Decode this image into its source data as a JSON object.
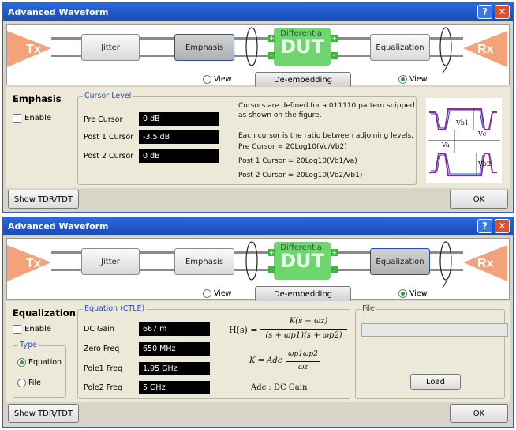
{
  "w1": {
    "title": "Advanced Waveform",
    "help": "?",
    "close": "✕",
    "tx": "Tx",
    "rx": "Rx",
    "blocks": {
      "jitter": "Jitter",
      "emphasis": "Emphasis",
      "equalization": "Equalization"
    },
    "dut_top": "Differential",
    "dut_main": "DUT",
    "deembedding": "De-embedding",
    "view1": "View",
    "view2": "View",
    "section_title": "Emphasis",
    "enable": "Enable",
    "group_label": "Cursor Level",
    "fields": [
      {
        "label": "Pre Cursor",
        "value": "0 dB"
      },
      {
        "label": "Post 1 Cursor",
        "value": "-3.5 dB"
      },
      {
        "label": "Post 2 Cursor",
        "value": "0 dB"
      }
    ],
    "desc1": "Cursors are defined for a 011110 pattern snipped",
    "desc2": "as shown on the figure.",
    "desc3": "Each cursor is the ratio between adjoining levels.",
    "formula_pre": "Pre Cursor = 20Log10(Vc/Vb2)",
    "formula_post1": "Post 1 Cursor = 20Log10(Vb1/Va)",
    "formula_post2": "Post 2 Cursor = 20Log10(Vb2/Vb1)",
    "fig_labels": {
      "vb1": "Vb1",
      "va": "Va",
      "vc": "Vc",
      "vb2": "Vb2"
    },
    "show_tdr": "Show TDR/TDT",
    "ok": "OK"
  },
  "w2": {
    "title": "Advanced Waveform",
    "help": "?",
    "close": "✕",
    "tx": "Tx",
    "rx": "Rx",
    "blocks": {
      "jitter": "Jitter",
      "emphasis": "Emphasis",
      "equalization": "Equalization"
    },
    "dut_top": "Differential",
    "dut_main": "DUT",
    "deembedding": "De-embedding",
    "view1": "View",
    "view2": "View",
    "section_title": "Equalization",
    "enable": "Enable",
    "type_label": "Type",
    "type_equation": "Equation",
    "type_file": "File",
    "group_label": "Equation (CTLE)",
    "fields": [
      {
        "label": "DC Gain",
        "value": "667 m"
      },
      {
        "label": "Zero Freq",
        "value": "650 MHz"
      },
      {
        "label": "Pole1 Freq",
        "value": "1.95 GHz"
      },
      {
        "label": "Pole2 Freq",
        "value": "5 GHz"
      }
    ],
    "file_label": "File",
    "load": "Load",
    "math1_lhs": "H(s) =",
    "math1_num": "K(s + ωz)",
    "math1_den": "(s + ωp1)(s + ωp2)",
    "math2_lhs": "K = Adc",
    "math2_num": "ωp1ωp2",
    "math2_den": "ωz",
    "math3": "Adc : DC Gain",
    "show_tdr": "Show TDR/TDT",
    "ok": "OK"
  },
  "colors": {
    "title_bar": "#1f56c6",
    "tx_rx": "#f4a27a",
    "dut": "#6fd56f",
    "selected_border": "#2b4bbb"
  }
}
